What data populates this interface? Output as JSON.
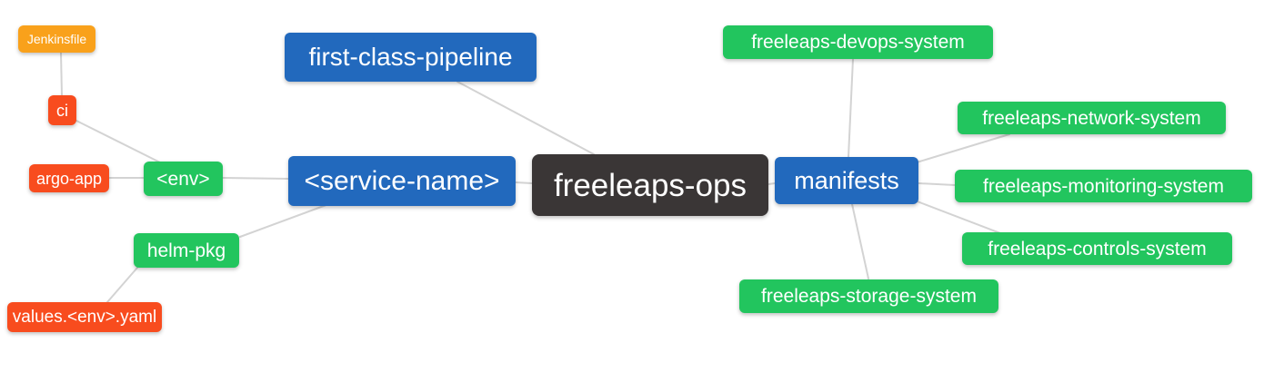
{
  "diagram": {
    "type": "mindmap",
    "root": "freeleaps-ops",
    "nodes": {
      "jenkinsfile": {
        "label": "Jenkinsfile",
        "color": "orange"
      },
      "ci": {
        "label": "ci",
        "color": "red"
      },
      "argo_app": {
        "label": "argo-app",
        "color": "red"
      },
      "env": {
        "label": "<env>",
        "color": "green"
      },
      "helm_pkg": {
        "label": "helm-pkg",
        "color": "green"
      },
      "values_yaml": {
        "label": "values.<env>.yaml",
        "color": "red"
      },
      "pipeline": {
        "label": "first-class-pipeline",
        "color": "blue"
      },
      "service": {
        "label": "<service-name>",
        "color": "blue"
      },
      "ops": {
        "label": "freeleaps-ops",
        "color": "dark"
      },
      "manifests": {
        "label": "manifests",
        "color": "blue"
      },
      "devops": {
        "label": "freeleaps-devops-system",
        "color": "green"
      },
      "network": {
        "label": "freeleaps-network-system",
        "color": "green"
      },
      "monitoring": {
        "label": "freeleaps-monitoring-system",
        "color": "green"
      },
      "controls": {
        "label": "freeleaps-controls-system",
        "color": "green"
      },
      "storage": {
        "label": "freeleaps-storage-system",
        "color": "green"
      }
    },
    "edges": [
      [
        "jenkinsfile",
        "ci"
      ],
      [
        "ci",
        "env"
      ],
      [
        "argo_app",
        "env"
      ],
      [
        "env",
        "service"
      ],
      [
        "helm_pkg",
        "service"
      ],
      [
        "values_yaml",
        "helm_pkg"
      ],
      [
        "pipeline",
        "ops"
      ],
      [
        "service",
        "ops"
      ],
      [
        "ops",
        "manifests"
      ],
      [
        "manifests",
        "devops"
      ],
      [
        "manifests",
        "network"
      ],
      [
        "manifests",
        "monitoring"
      ],
      [
        "manifests",
        "controls"
      ],
      [
        "manifests",
        "storage"
      ]
    ],
    "colors": {
      "orange": "#f9a11b",
      "red": "#f84c1e",
      "green": "#22c55e",
      "blue": "#2269bd",
      "dark": "#3a3636",
      "edge_line": "#d3d3d3",
      "text": "#ffffff"
    }
  }
}
